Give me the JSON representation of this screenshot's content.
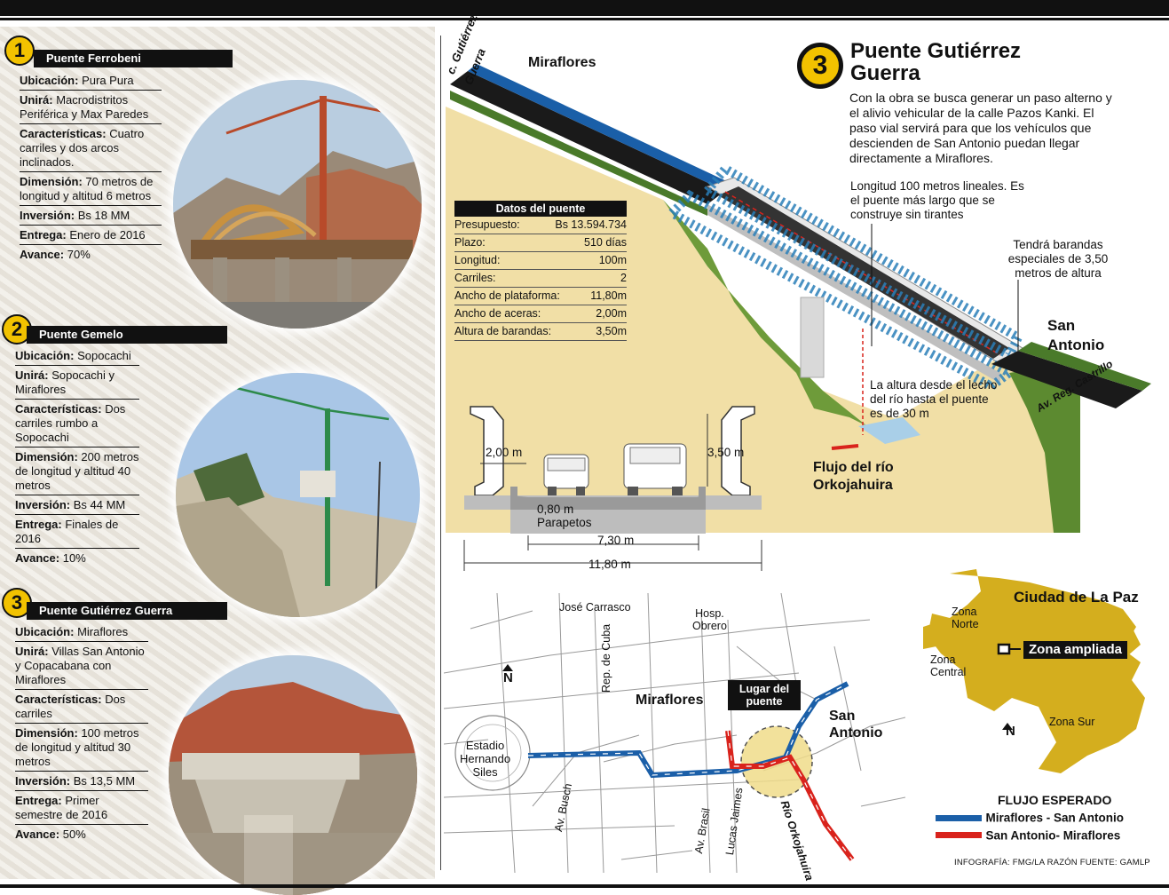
{
  "bridges": [
    {
      "number": "1",
      "name": "Puente Ferrobeni",
      "rows": [
        {
          "label": "Ubicación:",
          "value": "Pura Pura"
        },
        {
          "label": "Unirá:",
          "value": "Macrodistritos Periférica y Max Paredes"
        },
        {
          "label": "Características:",
          "value": "Cuatro carriles y dos arcos inclinados."
        },
        {
          "label": "Dimensión:",
          "value": "70 metros de longitud y altitud 6 metros"
        },
        {
          "label": "Inversión:",
          "value": "Bs 18 MM"
        },
        {
          "label": "Entrega:",
          "value": "Enero de 2016"
        },
        {
          "label": "Avance:",
          "value": "70%"
        }
      ]
    },
    {
      "number": "2",
      "name": "Puente Gemelo",
      "rows": [
        {
          "label": "Ubicación:",
          "value": "Sopocachi"
        },
        {
          "label": "Unirá:",
          "value": "Sopocachi y Miraflores"
        },
        {
          "label": "Características:",
          "value": "Dos carriles rumbo a Sopocachi"
        },
        {
          "label": "Dimensión:",
          "value": "200 metros de longitud y altitud 40 metros"
        },
        {
          "label": "Inversión:",
          "value": "Bs 44 MM"
        },
        {
          "label": "Entrega:",
          "value": "Finales de 2016"
        },
        {
          "label": "Avance:",
          "value": "10%"
        }
      ]
    },
    {
      "number": "3",
      "name": "Puente Gutiérrez Guerra",
      "rows": [
        {
          "label": "Ubicación:",
          "value": "Miraflores"
        },
        {
          "label": "Unirá:",
          "value": "Villas San Antonio y Copacabana con Miraflores"
        },
        {
          "label": "Características:",
          "value": "Dos carriles"
        },
        {
          "label": "Dimensión:",
          "value": "100 metros de longitud y altitud 30 metros"
        },
        {
          "label": "Inversión:",
          "value": "Bs 13,5 MM"
        },
        {
          "label": "Entrega:",
          "value": "Primer semestre de 2016"
        },
        {
          "label": "Avance:",
          "value": "50%"
        }
      ]
    }
  ],
  "main": {
    "number": "3",
    "title_line1": "Puente Gutiérrez",
    "title_line2": "Guerra",
    "description": "Con la obra se busca generar un paso alterno y el alivio vehicular de la calle Pazos Kanki. El paso vial servirá para que los vehículos que descienden de San Antonio puedan llegar directamente a Miraflores.",
    "street_left_1": "c. Gutiérrez",
    "street_left_2": "Guerra",
    "place_left": "Miraflores",
    "place_right_1": "San",
    "place_right_2": "Antonio",
    "street_right": "Av. Reg. Castrillo",
    "callout_length": "Longitud 100 metros lineales. Es el puente más largo que se construye sin tirantes",
    "callout_railing": "Tendrá barandas especiales de 3,50 metros de altura",
    "callout_height": "La altura desde el lecho del río hasta el puente es de 30 m",
    "river_flow_1": "Flujo del río",
    "river_flow_2": "Orkojahuira"
  },
  "data_table": {
    "title": "Datos del puente",
    "rows": [
      {
        "label": "Presupuesto:",
        "value": "Bs 13.594.734"
      },
      {
        "label": "Plazo:",
        "value": "510 días"
      },
      {
        "label": "Longitud:",
        "value": "100m"
      },
      {
        "label": "Carriles:",
        "value": "2"
      },
      {
        "label": "Ancho de plataforma:",
        "value": "11,80m"
      },
      {
        "label": "Ancho de aceras:",
        "value": "2,00m"
      },
      {
        "label": "Altura de barandas:",
        "value": "3,50m"
      }
    ]
  },
  "cross_section": {
    "sidewalk": "2,00 m",
    "railing": "3,50 m",
    "parapet_1": "0,80 m",
    "parapet_2": "Parapetos",
    "roadway": "7,30 m",
    "total": "11,80 m"
  },
  "street_map": {
    "labels": {
      "jose_carrasco": "José Carrasco",
      "hosp_1": "Hosp.",
      "hosp_2": "Obrero",
      "rep_cuba": "Rep. de Cuba",
      "miraflores": "Miraflores",
      "lugar_1": "Lugar del",
      "lugar_2": "puente",
      "san": "San",
      "antonio": "Antonio",
      "estadio_1": "Estadio",
      "estadio_2": "Hernando",
      "estadio_3": "Siles",
      "av_busch": "Av. Busch",
      "av_brasil": "Av. Brasil",
      "lucas_jaimes": "Lucas Jaimes",
      "rio": "Río Orkojahuira",
      "north": "N"
    },
    "flow_colors": {
      "miraflores_san_antonio": "#1b5fa8",
      "san_antonio_miraflores": "#d9231c"
    }
  },
  "city_map": {
    "title": "Ciudad de La Paz",
    "zona_norte_1": "Zona",
    "zona_norte_2": "Norte",
    "zona_central_1": "Zona",
    "zona_central_2": "Central",
    "zona_sur": "Zona Sur",
    "zona_ampliada": "Zona ampliada",
    "north": "N",
    "fill_color": "#d4ae1e"
  },
  "legend": {
    "title": "FLUJO ESPERADO",
    "items": [
      {
        "label": "Miraflores - San Antonio",
        "color": "#1b5fa8"
      },
      {
        "label": "San Antonio- Miraflores",
        "color": "#d9231c"
      }
    ]
  },
  "credit": "INFOGRAFÍA: FMG/LA RAZÓN FUENTE: GAMLP"
}
